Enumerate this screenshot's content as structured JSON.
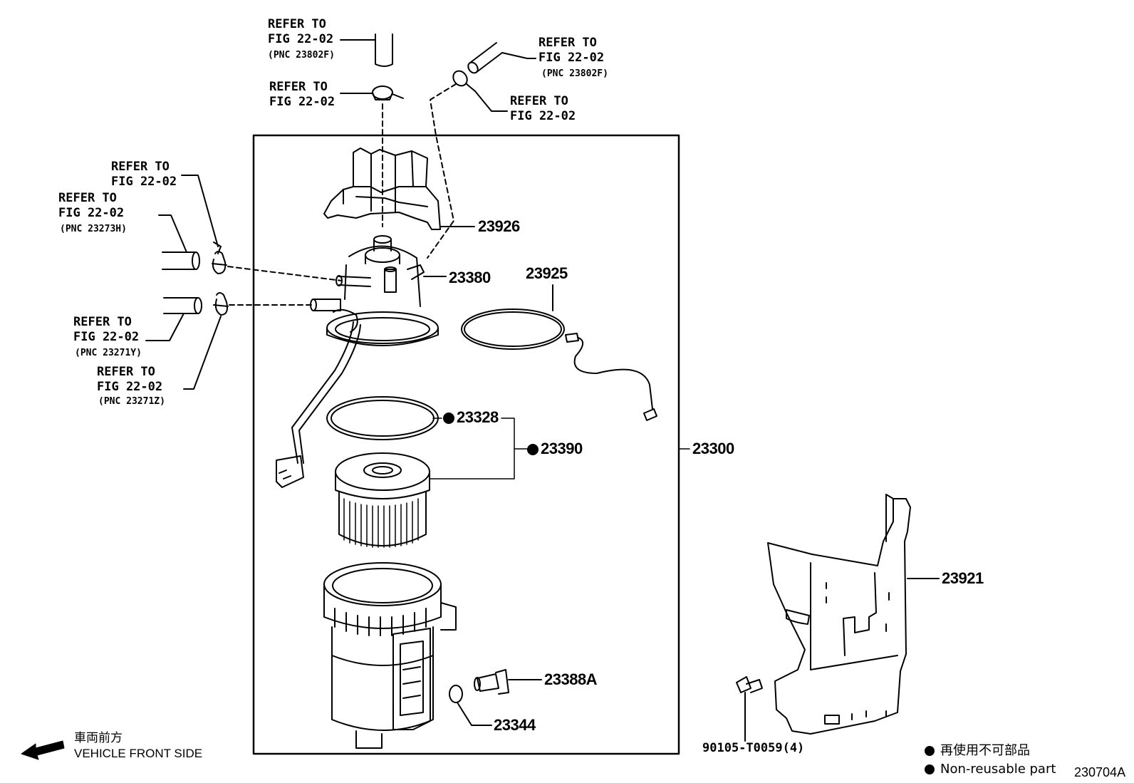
{
  "refer": {
    "r1": {
      "line1": "REFER TO",
      "line2": "FIG 22-02",
      "line3": "(PNC 23802F)"
    },
    "r2": {
      "line1": "REFER TO",
      "line2": "FIG 22-02",
      "line3": "(PNC 23802F)"
    },
    "r3": {
      "line1": "REFER TO",
      "line2": "FIG 22-02"
    },
    "r4": {
      "line1": "REFER TO",
      "line2": "FIG 22-02"
    },
    "r5": {
      "line1": "REFER TO",
      "line2": "FIG 22-02"
    },
    "r6": {
      "line1": "REFER TO",
      "line2": "FIG 22-02",
      "line3": "(PNC 23273H)"
    },
    "r7": {
      "line1": "REFER TO",
      "line2": "FIG 22-02",
      "line3": "(PNC 23271Y)"
    },
    "r8": {
      "line1": "REFER TO",
      "line2": "FIG 22-02",
      "line3": "(PNC 23271Z)"
    }
  },
  "parts": {
    "p23926": "23926",
    "p23380": "23380",
    "p23925": "23925",
    "p23328": "23328",
    "p23390": "23390",
    "p23300": "23300",
    "p23921": "23921",
    "p23388A": "23388A",
    "p23344": "23344",
    "p90105": "90105-T0059(4)"
  },
  "direction": {
    "jp": "車両前方",
    "en": "VEHICLE FRONT SIDE"
  },
  "legend": {
    "jp": "再使用不可部品",
    "en": "Non-reusable part"
  },
  "figure_id": "230704A"
}
